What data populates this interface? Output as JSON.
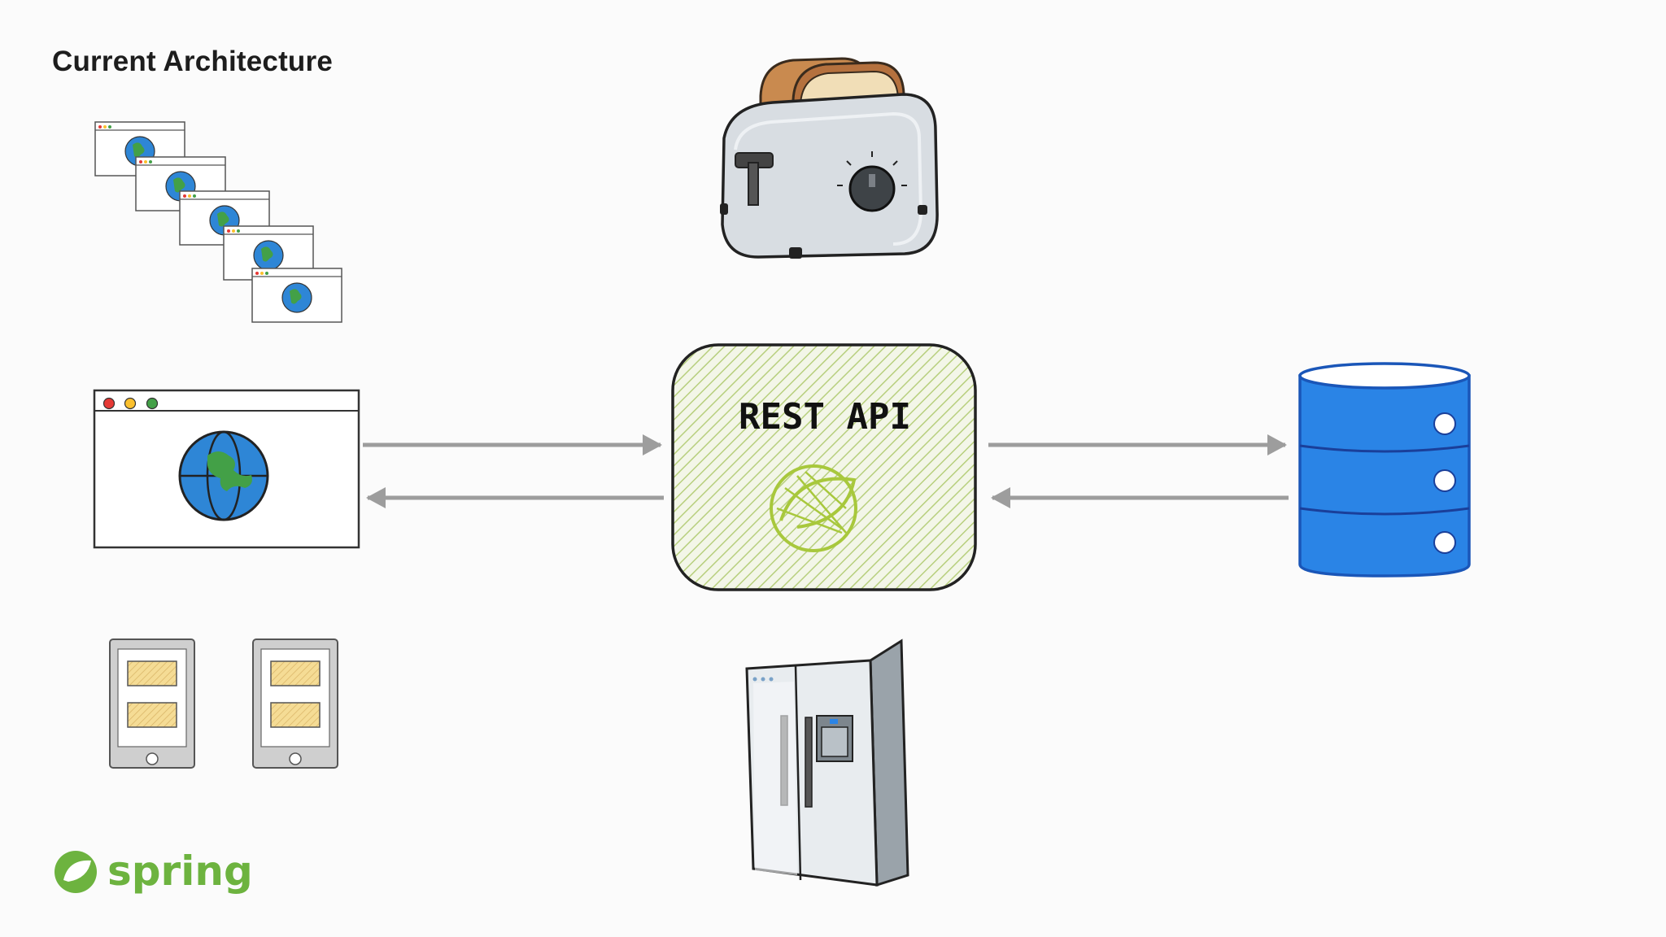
{
  "title": "Current Architecture",
  "api_label": "REST API",
  "brand": {
    "name": "spring",
    "color": "#6db33f"
  },
  "colors": {
    "arrow": "#9d9d9d",
    "api_hatch": "#b7cf7d",
    "database": "#2a84e6",
    "globe_ocean": "#2e86d6",
    "globe_land": "#43a047",
    "tablet_panel": "#f3d68a"
  },
  "icons": [
    "browser-stack-icon",
    "browser-window-icon",
    "tablet-icon",
    "toaster-icon",
    "refrigerator-icon",
    "database-icon",
    "spring-leaf-icon"
  ]
}
